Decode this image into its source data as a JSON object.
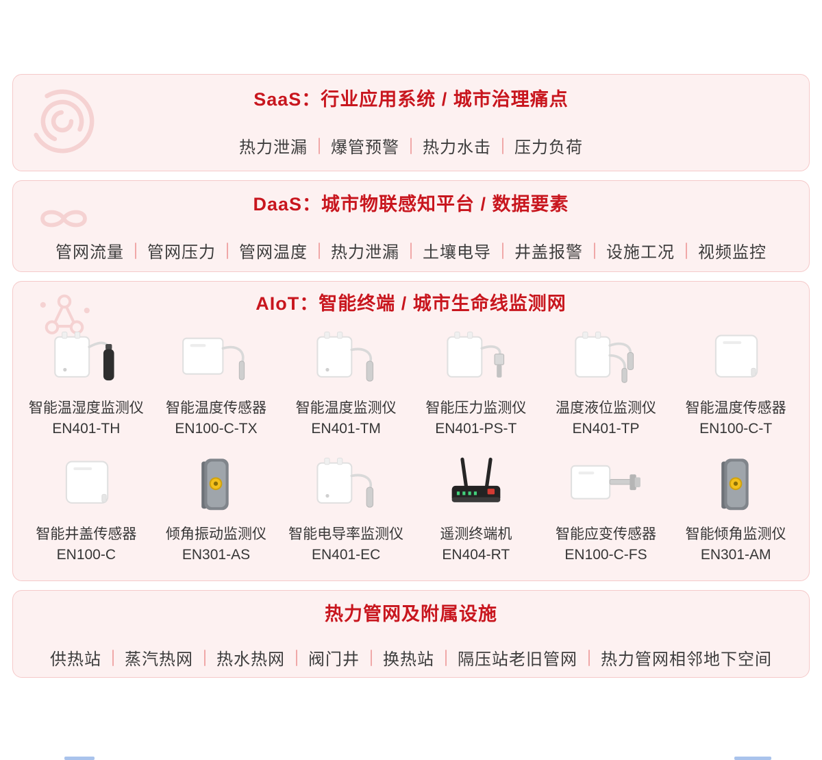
{
  "saas": {
    "title": "SaaS：行业应用系统 / 城市治理痛点",
    "watermark_icon": "target-rings-icon",
    "items": [
      "热力泄漏",
      "爆管预警",
      "热力水击",
      "压力负荷"
    ]
  },
  "daas": {
    "title": "DaaS：城市物联感知平台 / 数据要素",
    "watermark_icon": "infinity-icon",
    "items": [
      "管网流量",
      "管网压力",
      "管网温度",
      "热力泄漏",
      "土壤电导",
      "井盖报警",
      "设施工况",
      "视频监控"
    ]
  },
  "aiot": {
    "title": "AIoT：智能终端 / 城市生命线监测网",
    "watermark_icon": "network-nodes-icon",
    "products": [
      {
        "name": "智能温湿度监测仪",
        "model": "EN401-TH",
        "image": "white-box-cable-black-probe"
      },
      {
        "name": "智能温度传感器",
        "model": "EN100-C-TX",
        "image": "white-panel-cable-probe"
      },
      {
        "name": "智能温度监测仪",
        "model": "EN401-TM",
        "image": "white-box-cable-probe"
      },
      {
        "name": "智能压力监测仪",
        "model": "EN401-PS-T",
        "image": "white-box-cable-transmitter"
      },
      {
        "name": "温度液位监测仪",
        "model": "EN401-TP",
        "image": "white-box-two-cables"
      },
      {
        "name": "智能温度传感器",
        "model": "EN100-C-T",
        "image": "white-panel"
      },
      {
        "name": "智能井盖传感器",
        "model": "EN100-C",
        "image": "white-flat-panel"
      },
      {
        "name": "倾角振动监测仪",
        "model": "EN301-AS",
        "image": "gray-device-yellow-button"
      },
      {
        "name": "智能电导率监测仪",
        "model": "EN401-EC",
        "image": "white-box-cable-probe"
      },
      {
        "name": "遥测终端机",
        "model": "EN404-RT",
        "image": "black-router-antennas"
      },
      {
        "name": "智能应变传感器",
        "model": "EN100-C-FS",
        "image": "white-panel-mount-arm"
      },
      {
        "name": "智能倾角监测仪",
        "model": "EN301-AM",
        "image": "gray-device-yellow-button"
      }
    ]
  },
  "infra": {
    "title": "热力管网及附属设施",
    "items": [
      "供热站",
      "蒸汽热网",
      "热水热网",
      "阀门井",
      "换热站",
      "隔压站老旧管网",
      "热力管网相邻地下空间"
    ]
  },
  "colors": {
    "title_red": "#C8161E",
    "panel_bg": "#FDF1F1",
    "panel_border": "#F5C9C9",
    "separator": "#F0A8A8",
    "body_text": "#3D3D3D"
  }
}
